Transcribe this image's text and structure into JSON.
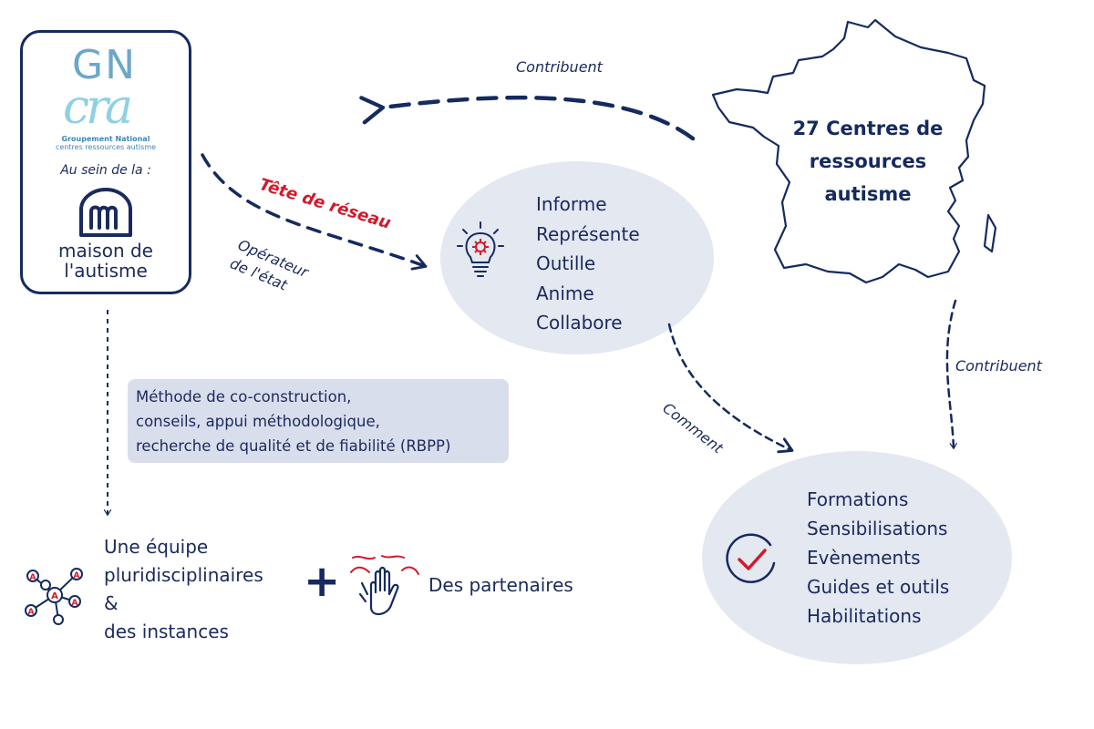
{
  "logo": {
    "gn": "GN",
    "cra": "cra",
    "subtitle_1": "Groupement National",
    "subtitle_2": "centres ressources autisme",
    "au_sein": "Au sein de la :",
    "maison": "maison de\nl'autisme"
  },
  "labels": {
    "tete_de_reseau": "Tête de réseau",
    "operateur": "Opérateur\nde l'état",
    "contribuent_top": "Contribuent",
    "contribuent_right": "Contribuent",
    "comment": "Comment"
  },
  "center": {
    "items": [
      "Informe",
      "Représente",
      "Outille",
      "Anime",
      "Collabore"
    ]
  },
  "crs": {
    "title": "27 Centres de ressources autisme"
  },
  "outputs": {
    "items": [
      "Formations",
      "Sensibilisations",
      "Evènements",
      "Guides et outils",
      "Habilitations"
    ]
  },
  "methode": {
    "text": "Méthode de co-construction,\nconseils, appui méthodologique,\nrecherche de qualité et de fiabilité (RBPP)"
  },
  "bottom": {
    "equipe": "Une équipe\npluridisciplinaires\n&\ndes instances",
    "plus": "+",
    "partenaires": "Des partenaires"
  },
  "icons": {
    "house": "house-m-icon",
    "bulb": "lightbulb-gear-icon",
    "check": "check-circle-icon",
    "network": "network-people-icon",
    "hands": "raised-hands-icon",
    "map": "france-map-icon"
  },
  "colors": {
    "navy": "#152a5e",
    "ellipse_fill": "#e3e8f1",
    "accent_red": "#d11a2a",
    "box_fill": "#d9deec"
  }
}
